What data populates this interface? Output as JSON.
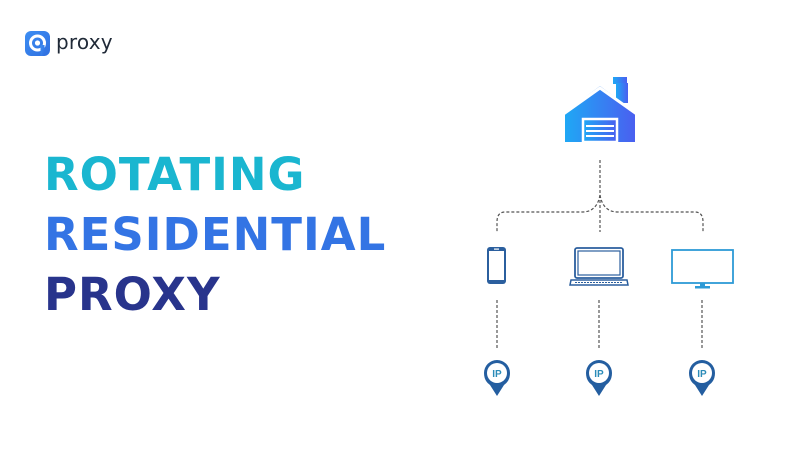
{
  "brand": {
    "name": "proxy",
    "logo_icon": "proxy-logo-icon",
    "colors": {
      "logo_blue": "#3b82f6",
      "text_dark": "#1f2937"
    }
  },
  "headline": {
    "lines": [
      "ROTATING",
      "RESIDENTIAL",
      "PROXY"
    ],
    "colors": [
      "#1ab6d0",
      "#3374e4",
      "#28348c"
    ]
  },
  "diagram": {
    "root": {
      "icon": "house-garage-icon"
    },
    "devices": [
      {
        "name": "phone",
        "icon": "smartphone-icon",
        "ip_label": "IP"
      },
      {
        "name": "laptop",
        "icon": "laptop-icon",
        "ip_label": "IP"
      },
      {
        "name": "monitor",
        "icon": "monitor-icon",
        "ip_label": "IP"
      }
    ],
    "colors": {
      "device_dark": "#2b5f9e",
      "monitor": "#2d9ad6",
      "pin": "#245ea0",
      "ip_text": "#2a8bb8",
      "connector": "#555555"
    }
  }
}
